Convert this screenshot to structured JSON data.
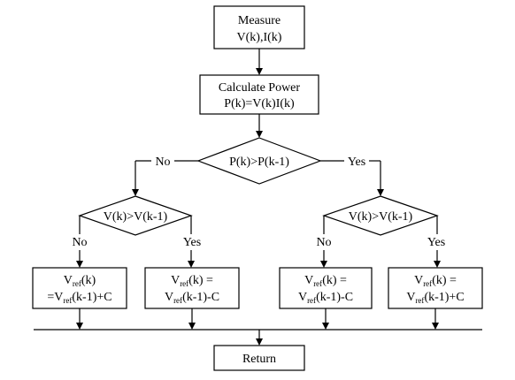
{
  "nodes": {
    "measure": {
      "line1": "Measure",
      "line2": "V(k),I(k)"
    },
    "calc_power": {
      "line1": "Calculate Power",
      "line2": "P(k)=V(k)I(k)"
    },
    "decision_power": {
      "label": "P(k)>P(k-1)"
    },
    "decision_v_left": {
      "label": "V(k)>V(k-1)"
    },
    "decision_v_right": {
      "label": "V(k)>V(k-1)"
    },
    "return": {
      "label": "Return"
    },
    "vref_main": "V",
    "vref_sub": "ref",
    "box1": {
      "line1_suffix": "(k)",
      "line2_prefix": "=V",
      "line2_suffix": "(k-1)+C"
    },
    "box2": {
      "line1_suffix": "(k) =",
      "line2_suffix": "(k-1)-C"
    },
    "box3": {
      "line1_suffix": "(k) =",
      "line2_suffix": "(k-1)-C"
    },
    "box4": {
      "line1_suffix": "(k) =",
      "line2_suffix": "(k-1)+C"
    }
  },
  "edges": {
    "power_no": "No",
    "power_yes": "Yes",
    "left_no": "No",
    "left_yes": "Yes",
    "right_no": "No",
    "right_yes": "Yes"
  }
}
